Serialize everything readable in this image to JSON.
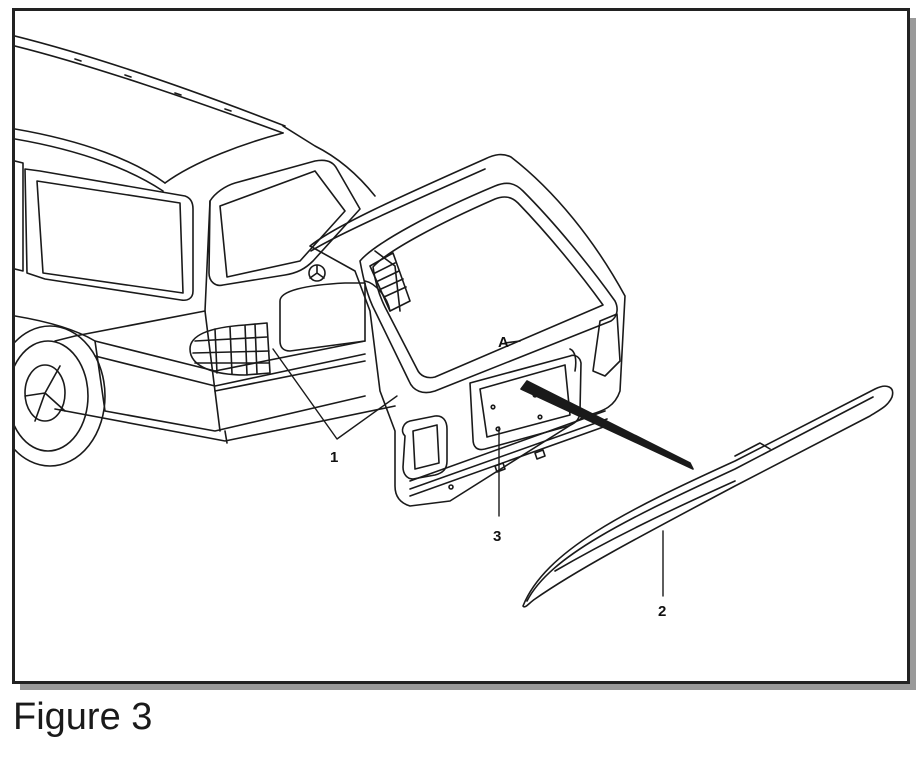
{
  "figure": {
    "caption": "Figure 3",
    "callouts": {
      "part1": "1",
      "part2": "2",
      "part3": "3"
    },
    "badge_letter": "A"
  },
  "colors": {
    "line": "#1a1a1a",
    "background": "#ffffff",
    "shadow": "#9a9a9a"
  }
}
